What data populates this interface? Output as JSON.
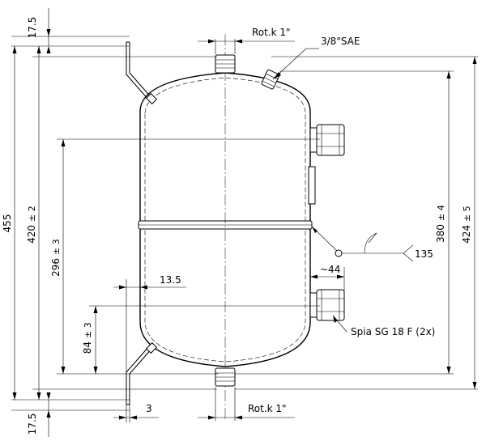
{
  "labels": {
    "top_connection": "Rot.k 1\"",
    "bottom_connection": "Rot.k 1\"",
    "sae_fitting": "3/8\"SAE",
    "sight_glass": "Spia SG 18 F (2x)",
    "weld_symbol_value": "135"
  },
  "dimensions": {
    "top_offset": "17.5",
    "bottom_offset": "17.5",
    "overall_height": "455",
    "height_420": "420",
    "height_420_tol": "± 2",
    "height_296": "296",
    "height_296_tol": "± 3",
    "height_84": "84",
    "height_84_tol": "± 3",
    "height_380": "380",
    "height_380_tol": "± 4",
    "height_424": "424",
    "height_424_tol": "± 5",
    "offset_13_5": "13.5",
    "bracket_thickness": "3",
    "sight_glass_projection": "~44"
  }
}
